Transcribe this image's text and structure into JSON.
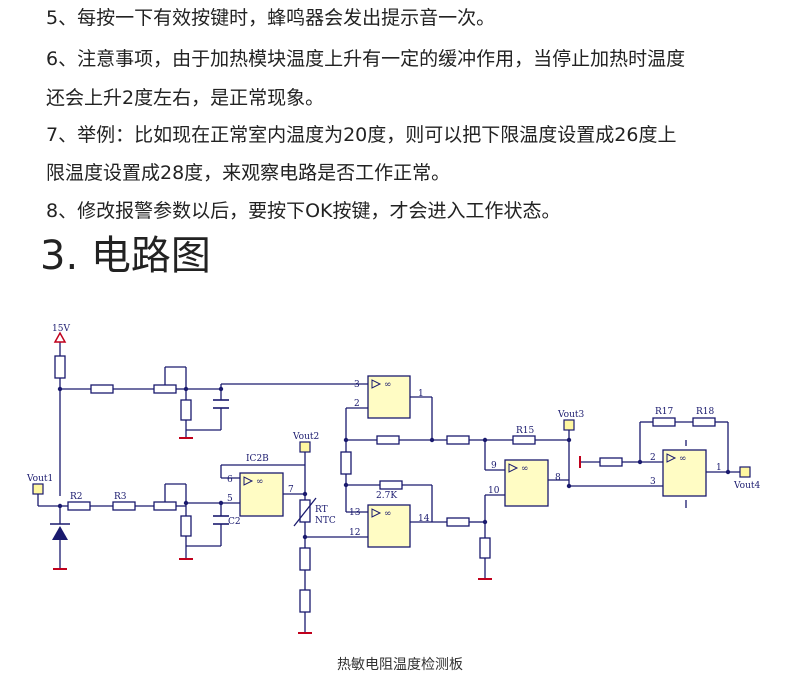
{
  "text": {
    "item5": "5、每按一下有效按键时，蜂鸣器会发出提示音一次。",
    "item6_line1": "6、注意事项，由于加热模块温度上升有一定的缓冲作用，当停止加热时温度",
    "item6_line2": "还会上升2度左右，是正常现象。",
    "item7_line1": "7、举例：比如现在正常室内温度为20度，则可以把下限温度设置成26度上",
    "item7_line2": "限温度设置成28度，来观察电路是否工作正常。",
    "item8": "8、修改报警参数以后，要按下OK按键，才会进入工作状态。"
  },
  "heading": {
    "number": "3",
    "dot": ".",
    "title": "电路图"
  },
  "circuit": {
    "v15": "15V",
    "ic2b": "IC2B",
    "vout1": "Vout1",
    "vout2": "Vout2",
    "vout3": "Vout3",
    "vout4": "Vout4",
    "r2": "R2",
    "r3": "R3",
    "r15": "R15",
    "r17": "R17",
    "r18": "R18",
    "rt": "RT",
    "ntc": "NTC",
    "c2": "C2",
    "r_27k": "2.7K",
    "pins": {
      "p3": "3",
      "p2": "2",
      "p1": "1",
      "p6": "6",
      "p5": "5",
      "p7": "7",
      "p13": "13",
      "p12": "12",
      "p14": "14",
      "p9": "9",
      "p10": "10",
      "p8": "8",
      "p2b": "2",
      "p3b": "3",
      "p1b": "1"
    },
    "inf": "∞"
  },
  "caption": "热敏电阻温度检测板",
  "colors": {
    "wire": "#1a1a6e",
    "opamp_fill": "#fffcc4",
    "probe_fill": "#fff7a0",
    "ground": "#c0001c",
    "supply": "#c0001c"
  }
}
